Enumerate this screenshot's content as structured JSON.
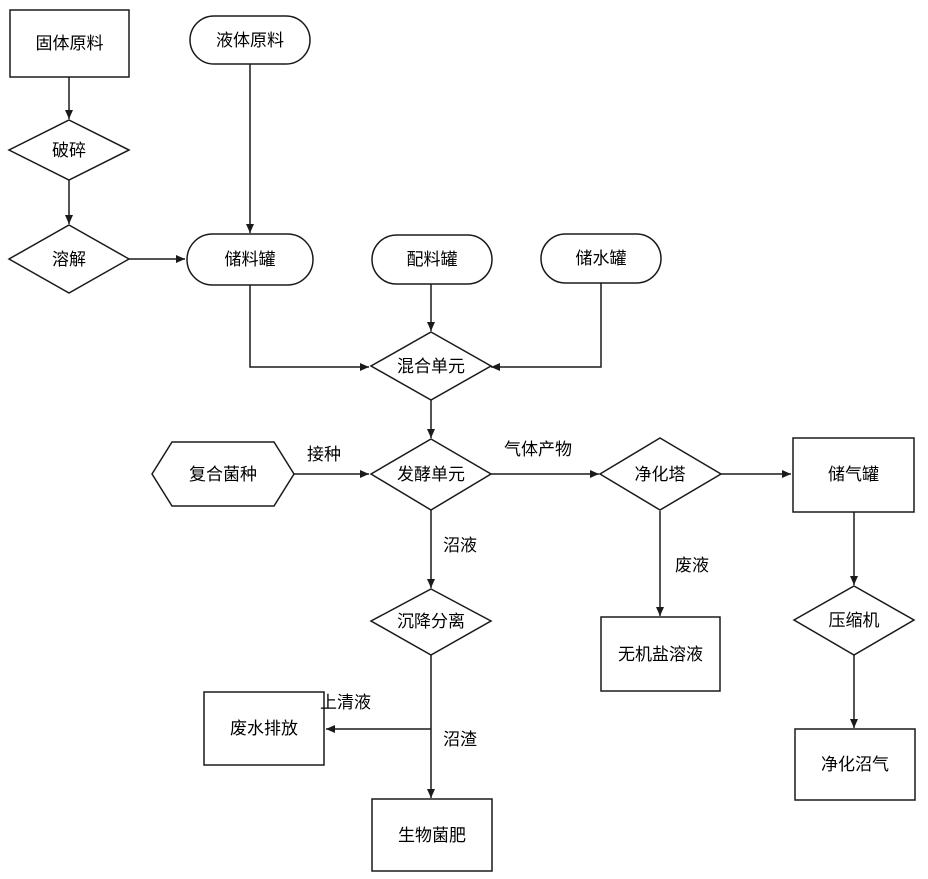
{
  "nodes": {
    "solid_raw": "固体原料",
    "liquid_raw": "液体原料",
    "crush": "破碎",
    "dissolve": "溶解",
    "storage_tank": "储料罐",
    "batching_tank": "配料罐",
    "water_tank": "储水罐",
    "mixing_unit": "混合单元",
    "composite_strain": "复合菌种",
    "fermentation_unit": "发酵单元",
    "purification_tower": "净化塔",
    "gas_holder": "储气罐",
    "compressor": "压缩机",
    "purified_biogas": "净化沼气",
    "sedimentation": "沉降分离",
    "inorganic_salt": "无机盐溶液",
    "wastewater_discharge": "废水排放",
    "bio_fertilizer": "生物菌肥"
  },
  "edges": {
    "inoculation": "接种",
    "gas_product": "气体产物",
    "digestate_liquid": "沼液",
    "waste_liquid": "废液",
    "supernatant": "上清液",
    "digestate_residue": "沼渣"
  }
}
